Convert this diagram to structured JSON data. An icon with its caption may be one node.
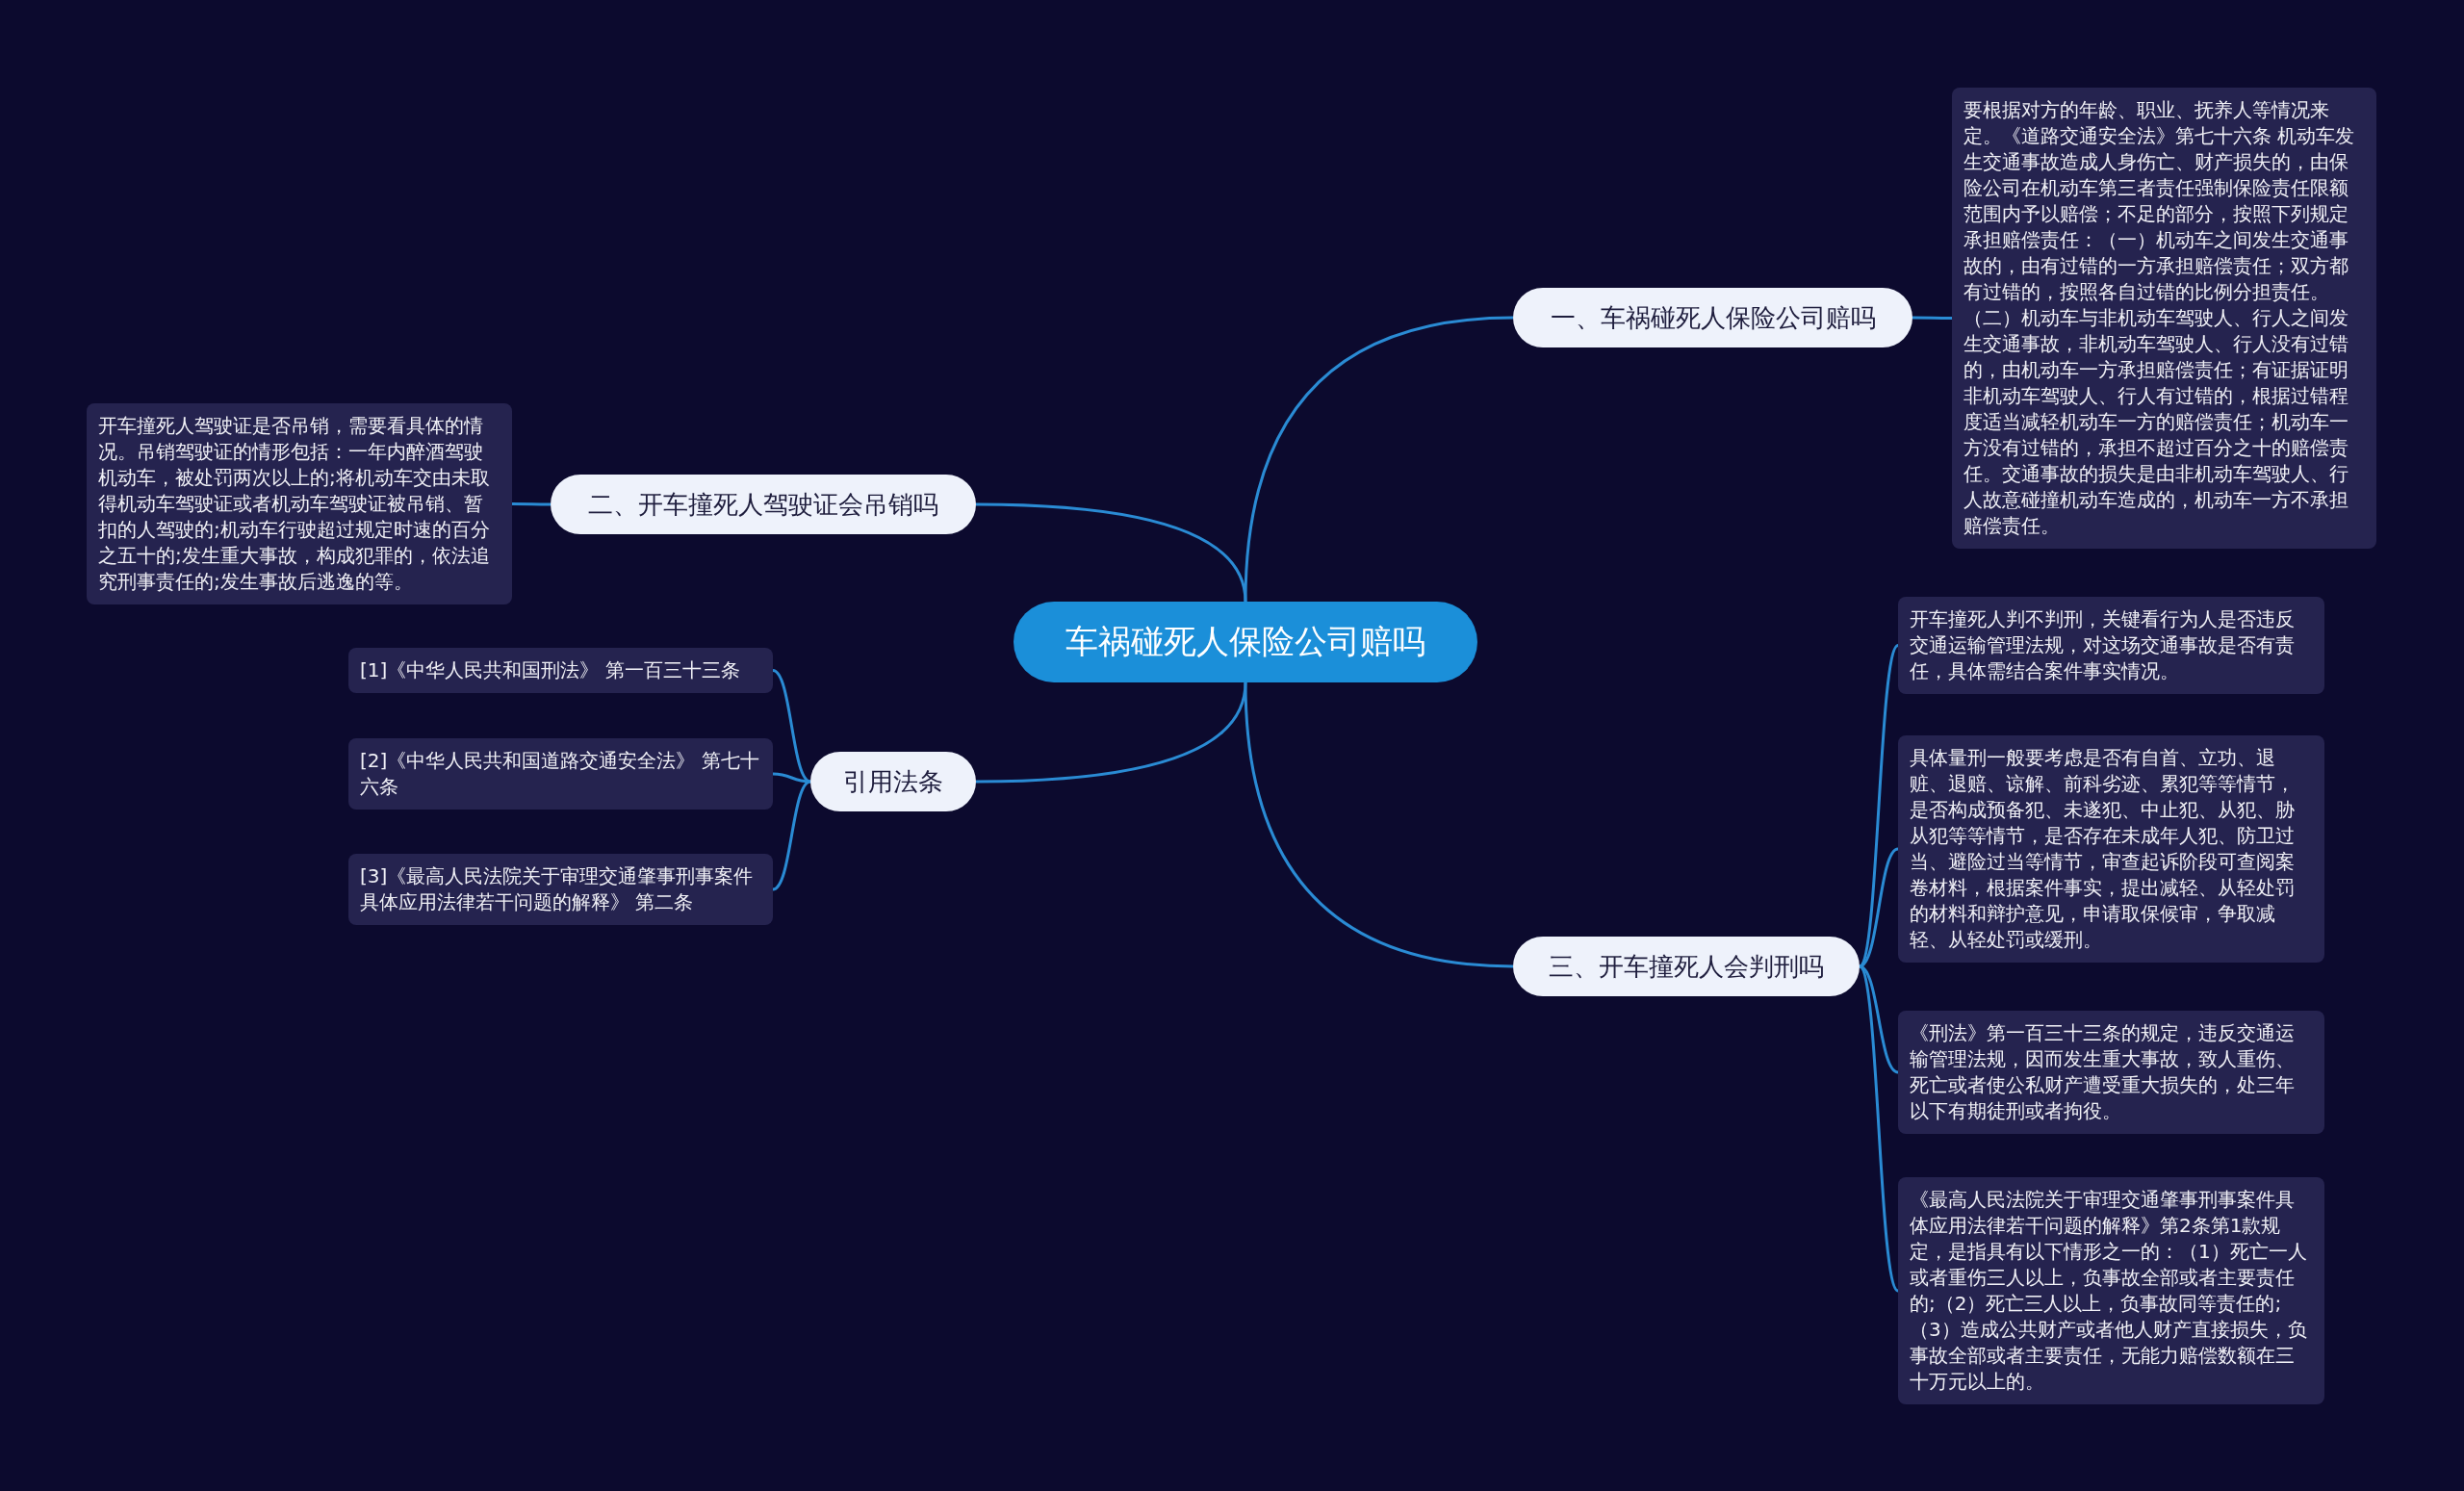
{
  "diagram": {
    "nodes": [
      {
        "text": [
          "车祸碰死人保险公司赔吗"
        ]
      },
      {
        "text": [
          "一、车祸碰死人保险公司赔吗"
        ]
      },
      {
        "text": [
          "要根据对方的年龄、职业、抚养人等情况来定。《道路交通安全法》第七十六条 机动车发生交通事故造成人身伤亡、财产损失的，由保险公司在机动车第三者责任强制保险责任限额范围内予以赔偿；不足的部分，按照下列规定承担赔偿责任：（一）机动车之间发生交通事故的，由有过错的一方承担赔偿责任；双方都有过错的，按照各自过错的比例分担责任。（二）机动车与非机动车驾驶人、行人之间发生交通事故，非机动车驾驶人、行人没有过错的，由机动车一方承担赔偿责任；有证据证明非机动车驾驶人、行人有过错的，根据过错程度适当减轻机动车一方的赔偿责任；机动车一方没有过错的，承担不超过百分之十的赔偿责任。交通事故的损失是由非机动车驾驶人、行人故意碰撞机动车造成的，机动车一方不承担赔偿责任。"
        ]
      },
      {
        "text": [
          "二、开车撞死人驾驶证会吊销吗"
        ]
      },
      {
        "text": [
          "开车撞死人驾驶证是否吊销，需要看具体的情况。吊销驾驶证的情形包括：一年内醉酒驾驶机动车，被处罚两次以上的;将机动车交由未取得机动车驾驶证或者机动车驾驶证被吊销、暂扣的人驾驶的;机动车行驶超过规定时速的百分之五十的;发生重大事故，构成犯罪的，依法追究刑事责任的;发生事故后逃逸的等。"
        ]
      },
      {
        "text": [
          "引用法条"
        ]
      },
      {
        "text": [
          "[1]《中华人民共和国刑法》 第一百三十三条"
        ]
      },
      {
        "text": [
          "[2]《中华人民共和国道路交通安全法》 第七十六条"
        ]
      },
      {
        "text": [
          "[3]《最高人民法院关于审理交通肇事刑事案件具体应用法律若干问题的解释》 第二条"
        ]
      },
      {
        "text": [
          "三、开车撞死人会判刑吗"
        ]
      },
      {
        "text": [
          "开车撞死人判不判刑，关键看行为人是否违反交通运输管理法规，对这场交通事故是否有责任，具体需结合案件事实情况。"
        ]
      },
      {
        "text": [
          "具体量刑一般要考虑是否有自首、立功、退赃、退赔、谅解、前科劣迹、累犯等等情节，是否构成预备犯、未遂犯、中止犯、从犯、胁从犯等等情节，是否存在未成年人犯、防卫过当、避险过当等情节，审查起诉阶段可查阅案卷材料，根据案件事实，提出减轻、从轻处罚的材料和辩护意见，申请取保候审，争取减轻、从轻处罚或缓刑。"
        ]
      },
      {
        "text": [
          "《刑法》第一百三十三条的规定，违反交通运输管理法规，因而发生重大事故，致人重伤、死亡或者使公私财产遭受重大损失的，处三年以下有期徒刑或者拘役。"
        ]
      },
      {
        "text": [
          "《最高人民法院关于审理交通肇事刑事案件具体应用法律若干问题的解释》第2条第1款规定，是指具有以下情形之一的：（1）死亡一人或者重伤三人以上，负事故全部或者主要责任的;（2）死亡三人以上，负事故同等责任的;（3）造成公共财产或者他人财产直接损失，负事故全部或者主要责任，无能力赔偿数额在三十万元以上的。"
        ]
      }
    ],
    "edges": [
      {
        "from": 0,
        "to": 1,
        "arrow": "none"
      },
      {
        "from": 1,
        "to": 2,
        "arrow": "none"
      },
      {
        "from": 0,
        "to": 3,
        "arrow": "none"
      },
      {
        "from": 3,
        "to": 4,
        "arrow": "none"
      },
      {
        "from": 0,
        "to": 5,
        "arrow": "none"
      },
      {
        "from": 5,
        "to": 6,
        "arrow": "none"
      },
      {
        "from": 5,
        "to": 7,
        "arrow": "none"
      },
      {
        "from": 5,
        "to": 8,
        "arrow": "none"
      },
      {
        "from": 0,
        "to": 9,
        "arrow": "none"
      },
      {
        "from": 9,
        "to": 10,
        "arrow": "none"
      },
      {
        "from": 9,
        "to": 11,
        "arrow": "none"
      },
      {
        "from": 9,
        "to": 12,
        "arrow": "none"
      },
      {
        "from": 9,
        "to": 13,
        "arrow": "none"
      }
    ]
  }
}
